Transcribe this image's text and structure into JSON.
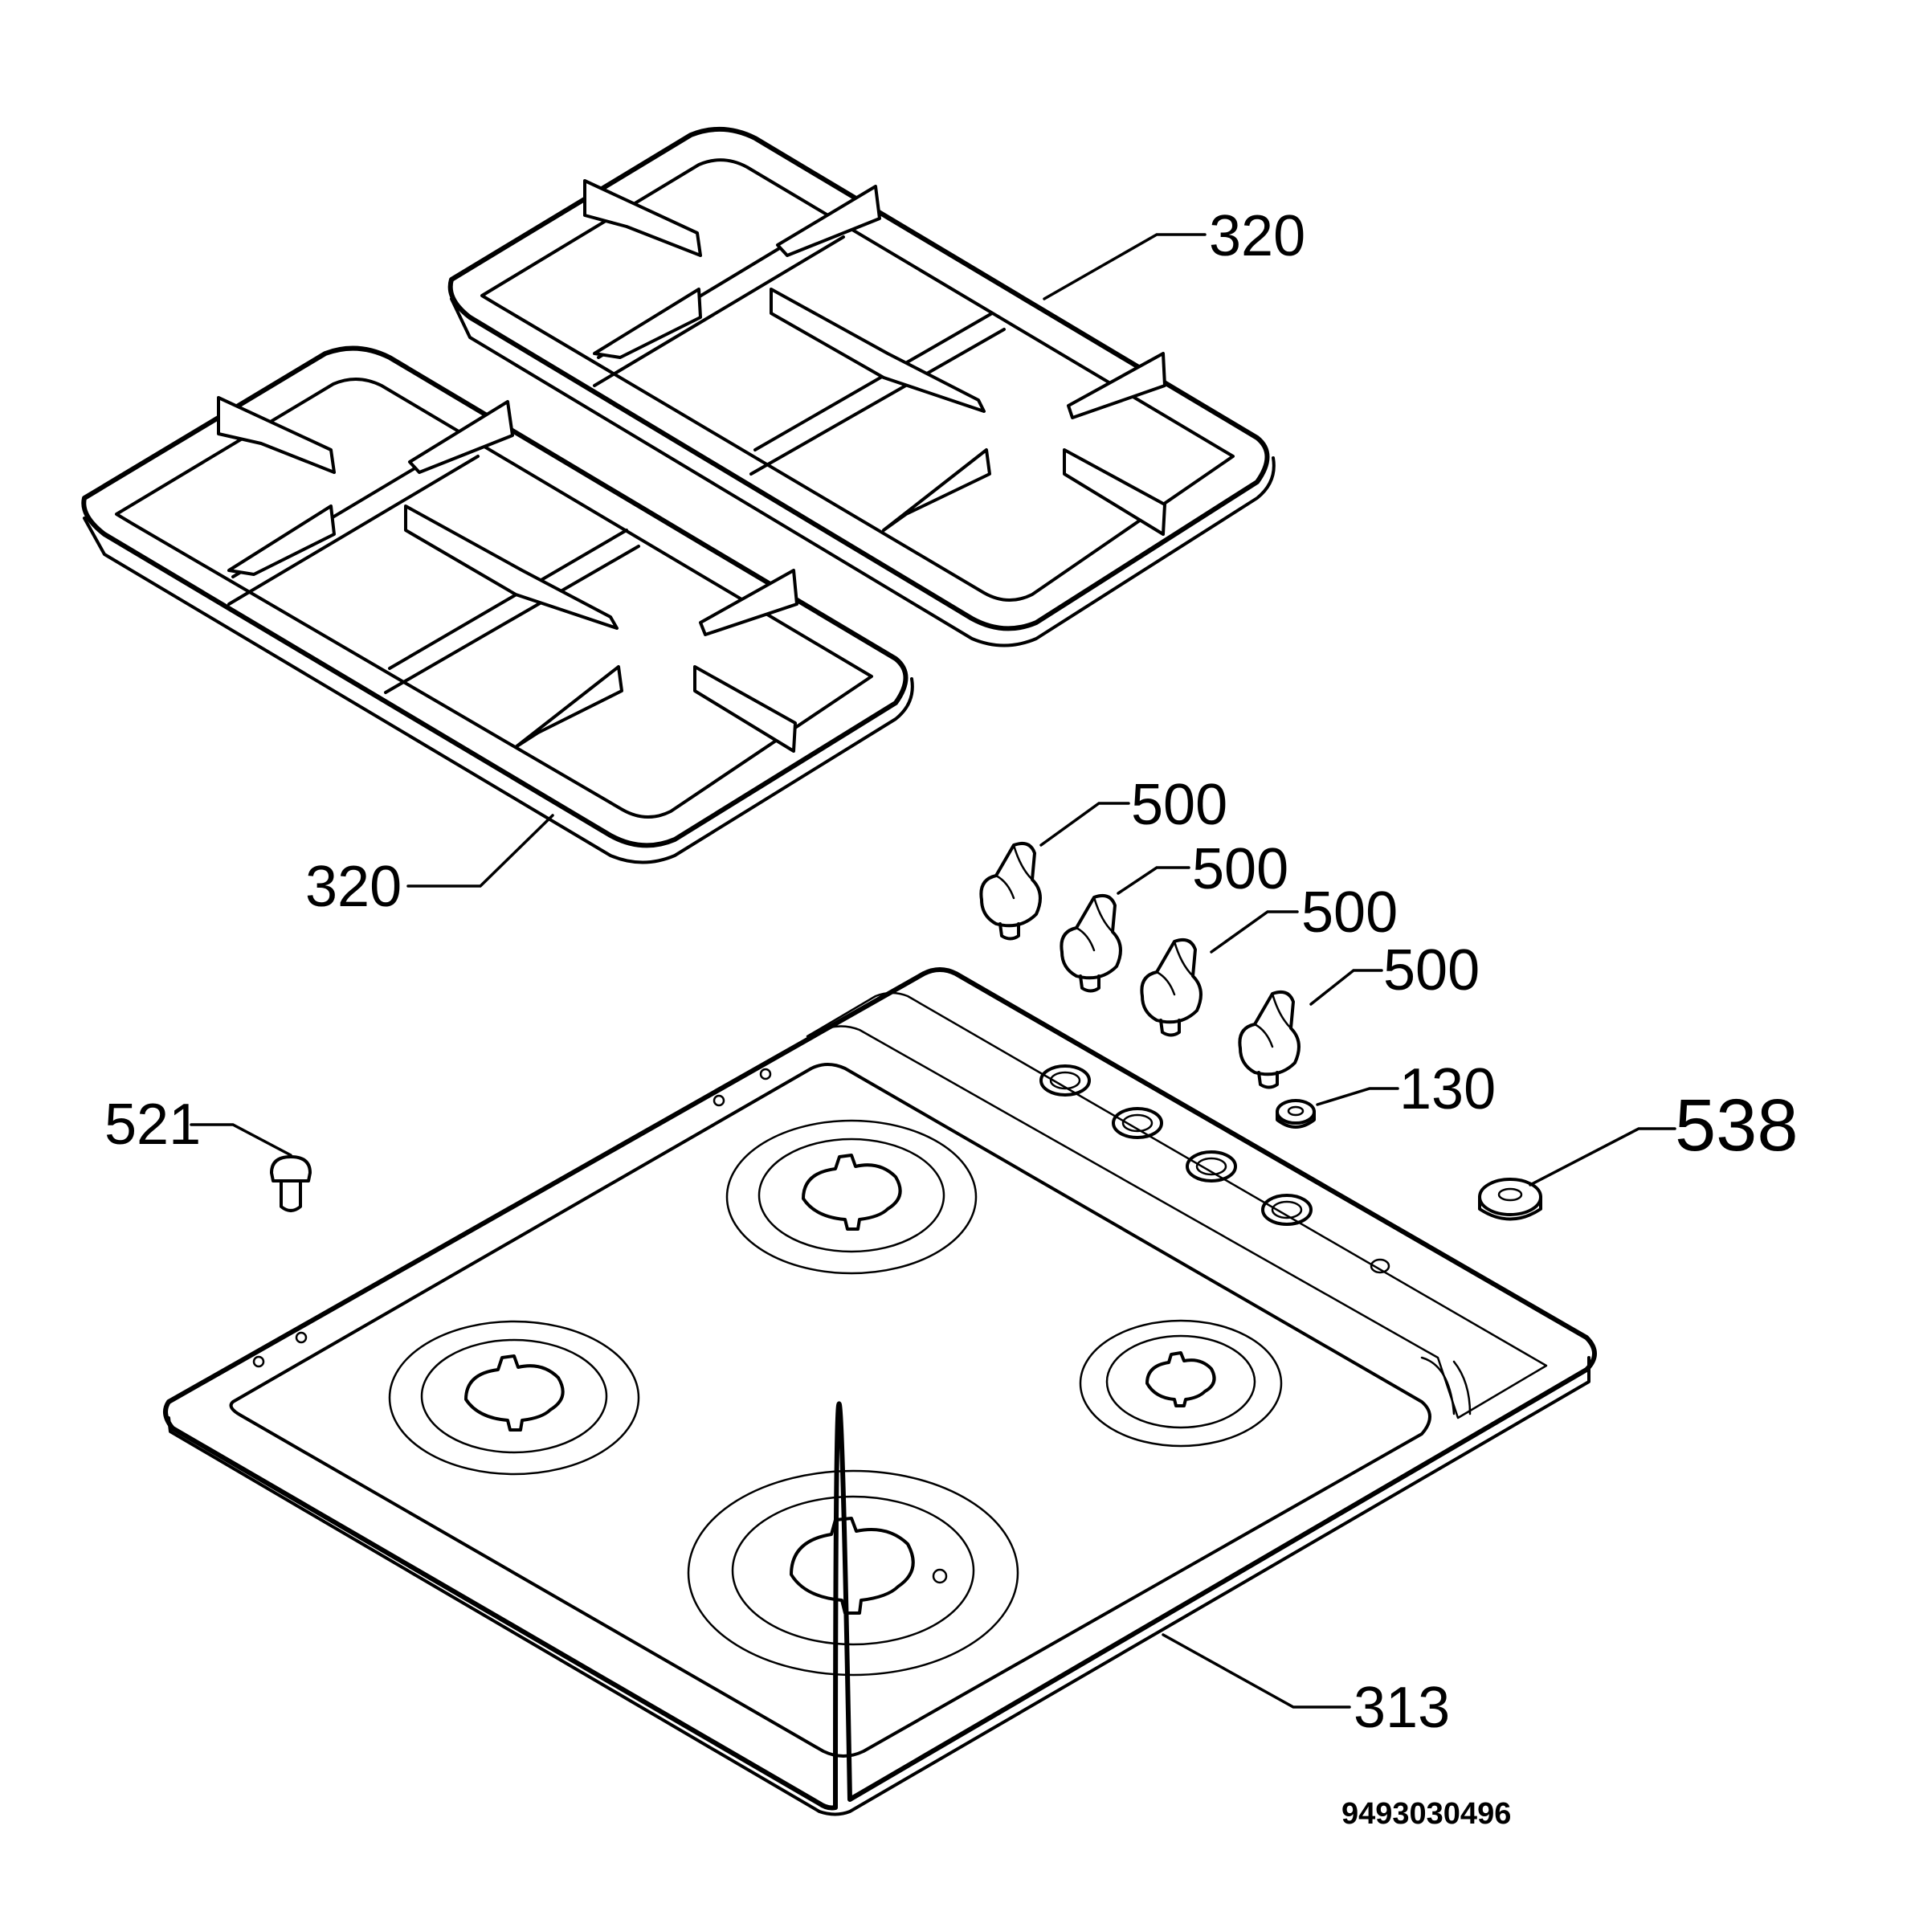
{
  "parts": {
    "grate_upper": {
      "label": "320"
    },
    "grate_lower": {
      "label": "320"
    },
    "knob_1": {
      "label": "500"
    },
    "knob_2": {
      "label": "500"
    },
    "knob_3": {
      "label": "500"
    },
    "knob_4": {
      "label": "500"
    },
    "washer": {
      "label": "130"
    },
    "ignition_button": {
      "label": "538"
    },
    "screw": {
      "label": "521"
    },
    "hob_top": {
      "label": "313"
    }
  },
  "drawing_number": "9493030496",
  "colors": {
    "line": "#000000",
    "background": "#ffffff"
  }
}
